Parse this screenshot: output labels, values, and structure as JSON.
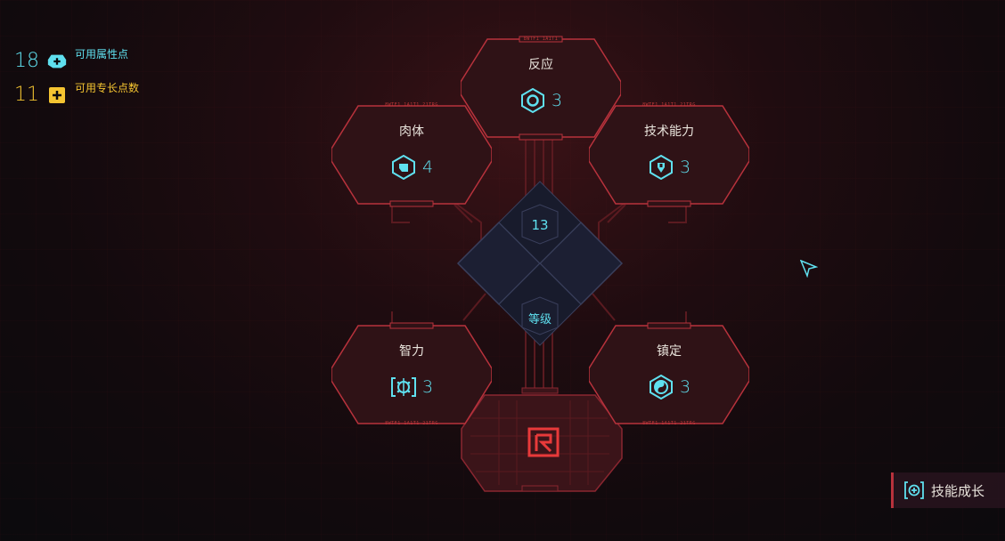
{
  "points": {
    "attribute": {
      "value": "18",
      "label": "可用属性点",
      "icon": "cyber-head-icon",
      "color": "#5fe0ef"
    },
    "perk": {
      "value": "11",
      "label": "可用专长点数",
      "icon": "plus-square-icon",
      "color": "#f4c431"
    }
  },
  "attributes": {
    "reflexes": {
      "name": "反应",
      "value": "3",
      "icon": "reflex-target-icon",
      "tag": "8WTF1 1A1T1"
    },
    "body": {
      "name": "肉体",
      "value": "4",
      "icon": "fist-icon",
      "tag": "8WTF1 1A1T1 21TRG"
    },
    "technical": {
      "name": "技术能力",
      "value": "3",
      "icon": "wrench-icon",
      "tag": "8WTF1 1A1T1 21TRG"
    },
    "intelligence": {
      "name": "智力",
      "value": "3",
      "icon": "brain-icon",
      "tag": "8WTF1 1A1T1 21TRG"
    },
    "cool": {
      "name": "镇定",
      "value": "3",
      "icon": "yin-yang-icon",
      "tag": "8WTF1 1A1T1 21TRG"
    }
  },
  "level": {
    "value": "13",
    "label": "等级"
  },
  "skill_progression": {
    "label": "技能成长",
    "icon": "skill-head-icon"
  },
  "colors": {
    "accent": "#5fe0ef",
    "frame": "#b8323c",
    "perk": "#f4c431",
    "logo": "#e83a3a"
  }
}
